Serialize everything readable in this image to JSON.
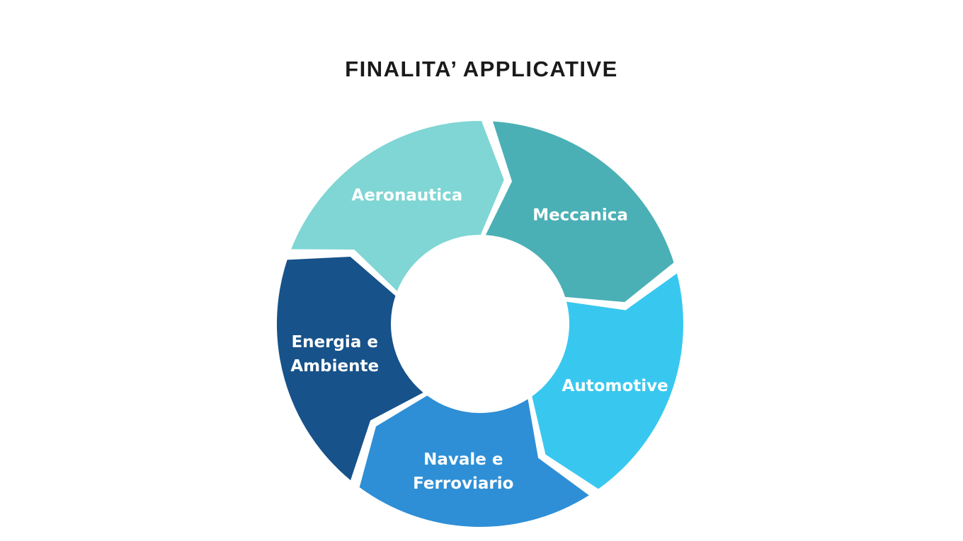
{
  "title": "FINALITA’ APPLICATIVE",
  "segments": [
    {
      "lines": [
        "Aeronautica"
      ],
      "color": "#7fd6d4"
    },
    {
      "lines": [
        "Meccanica"
      ],
      "color": "#4ab0b5"
    },
    {
      "lines": [
        "Automotive"
      ],
      "color": "#38c8ef"
    },
    {
      "lines": [
        "Navale e",
        "Ferroviario"
      ],
      "color": "#2e8fd6"
    },
    {
      "lines": [
        "Energia e",
        "Ambiente"
      ],
      "color": "#17528a"
    }
  ]
}
